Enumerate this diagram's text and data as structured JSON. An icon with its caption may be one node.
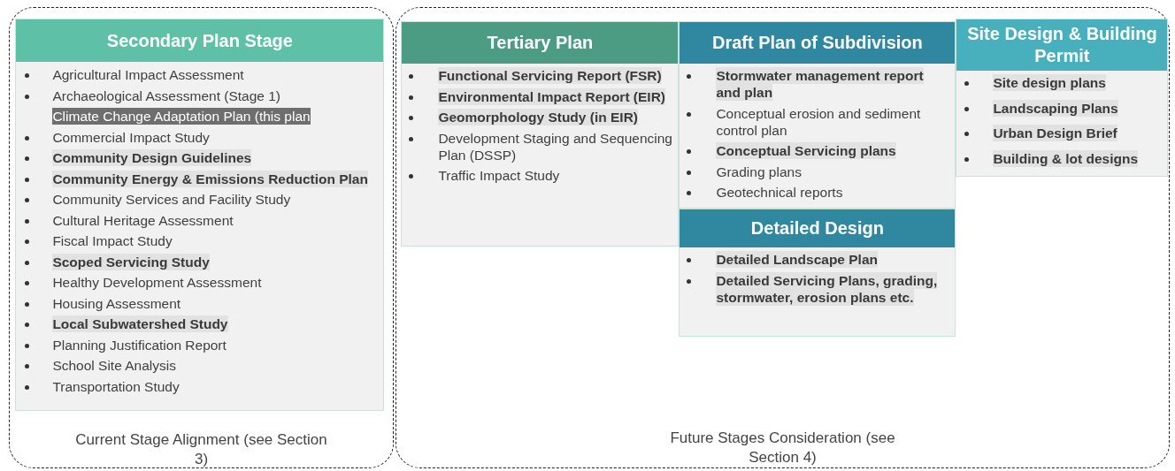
{
  "diagram": {
    "nodes": [
      {
        "text": [
          "Current Stage Alignment (see Section 3)"
        ]
      },
      {
        "text": [
          "Future Stages Consideration (see Section 4)"
        ]
      },
      {
        "text": [
          "Secondary Plan Stage",
          "Agricultural Impact Assessment",
          "Archaeological Assessment (Stage 1)",
          "Climate Change Adaptation Plan (this plan",
          "Commercial Impact Study",
          "Community Design Guidelines",
          "Community Energy & Emissions Reduction Plan",
          "Community Services and Facility Study",
          "Cultural Heritage Assessment",
          "Fiscal Impact Study",
          "Scoped Servicing Study",
          "Healthy Development Assessment",
          "Housing Assessment",
          "Local Subwatershed Study",
          "Planning Justification Report",
          "School Site Analysis",
          "Transportation Study"
        ],
        "in": 0
      },
      {
        "text": [
          "Tertiary Plan",
          "Functional Servicing Report (FSR)",
          "Environmental Impact Report (EIR)",
          "Geomorphology Study (in EIR)",
          "Development Staging and Sequencing Plan (DSSP)",
          "Traffic Impact Study"
        ],
        "in": 1
      },
      {
        "text": [
          "Draft Plan of Subdivision",
          "Stormwater management report and plan",
          "Conceptual erosion and sediment control plan",
          "Conceptual Servicing plans",
          "Grading plans",
          "Geotechnical reports"
        ],
        "in": 1
      },
      {
        "text": [
          "Detailed Design",
          "Detailed Landscape Plan",
          "Detailed Servicing Plans, grading, stormwater, erosion plans etc."
        ],
        "in": 1
      },
      {
        "text": [
          "Site Design & Building Permit",
          "Site design plans",
          "Landscaping Plans",
          "Urban Design Brief",
          "Building & lot designs"
        ],
        "in": 1
      }
    ]
  }
}
